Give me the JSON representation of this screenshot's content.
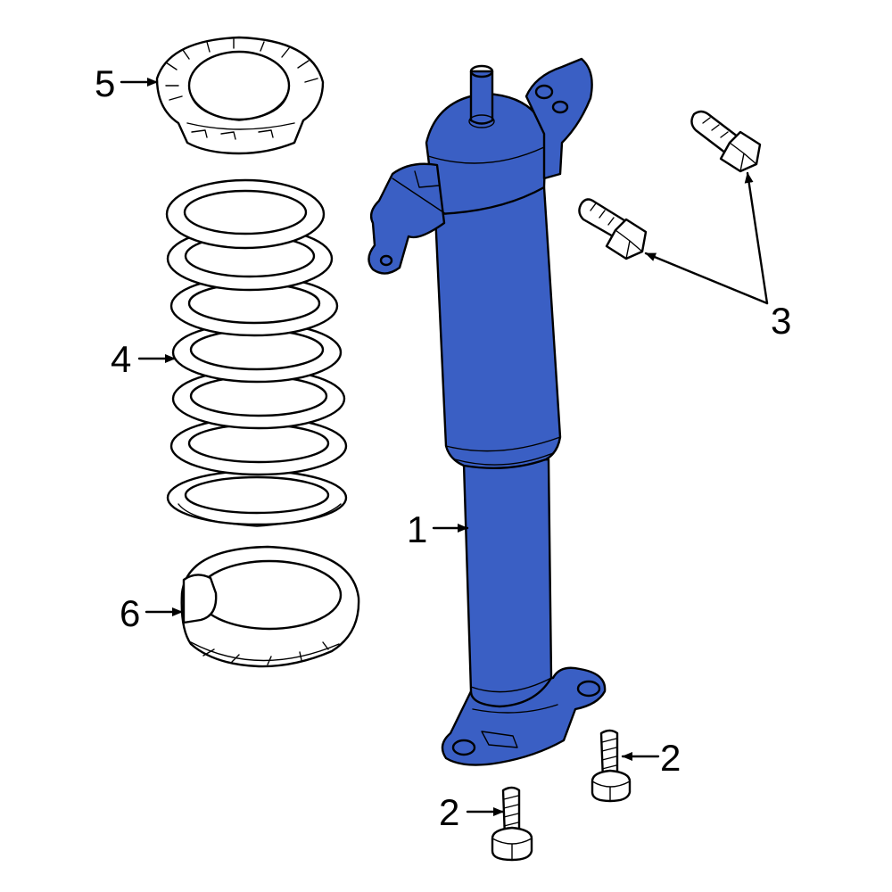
{
  "diagram": {
    "highlight_color": "#3a5fc4",
    "callouts": [
      {
        "id": "1",
        "label": "1"
      },
      {
        "id": "2a",
        "label": "2"
      },
      {
        "id": "2b",
        "label": "2"
      },
      {
        "id": "3",
        "label": "3"
      },
      {
        "id": "4",
        "label": "4"
      },
      {
        "id": "5",
        "label": "5"
      },
      {
        "id": "6",
        "label": "6"
      }
    ]
  }
}
